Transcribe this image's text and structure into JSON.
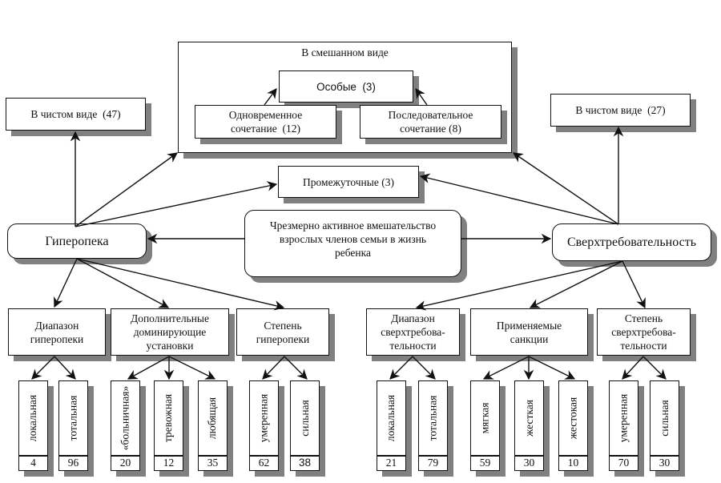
{
  "mixed_group": {
    "title": "В смешанном виде",
    "special": "Особые  (3)",
    "simultaneous": [
      "Одновременное",
      "сочетание  (12)"
    ],
    "sequential": [
      "Последовательное",
      "сочетание (8)"
    ]
  },
  "pure_left": "В чистом виде  (47)",
  "pure_right": "В чистом виде  (27)",
  "intermediate": "Промежуточные (3)",
  "center": [
    "Чрезмерно активное вмешательство",
    "взрослых членов семьи в жизнь",
    "ребенка"
  ],
  "left_root": "Гиперопека",
  "right_root": "Сверхтребовательность",
  "left_categories": [
    {
      "lines": [
        "Диапазон",
        "гиперопеки"
      ]
    },
    {
      "lines": [
        "Дополнительные",
        "доминирующие",
        "установки"
      ]
    },
    {
      "lines": [
        "Степень",
        "гиперопеки"
      ]
    }
  ],
  "right_categories": [
    {
      "lines": [
        "Диапазон",
        "сверхтребова-",
        "тельности"
      ]
    },
    {
      "lines": [
        "Применяемые",
        "санкции"
      ]
    },
    {
      "lines": [
        "Степень",
        "сверхтребова-",
        "тельности"
      ]
    }
  ],
  "left_leaves": [
    {
      "label": "локальная",
      "value": "4"
    },
    {
      "label": "тотальная",
      "value": "96"
    },
    {
      "label": "«больничная»",
      "value": "20"
    },
    {
      "label": "тревожная",
      "value": "12"
    },
    {
      "label": "любящая",
      "value": "35"
    },
    {
      "label": "умеренная",
      "value": "62"
    },
    {
      "label": "сильная",
      "value": "38"
    }
  ],
  "right_leaves": [
    {
      "label": "локальная",
      "value": "21"
    },
    {
      "label": "тотальная",
      "value": "79"
    },
    {
      "label": "мягкая",
      "value": "59"
    },
    {
      "label": "жесткая",
      "value": "30"
    },
    {
      "label": "жестокая",
      "value": "10"
    },
    {
      "label": "умеренная",
      "value": "70"
    },
    {
      "label": "сильная",
      "value": "30"
    }
  ]
}
